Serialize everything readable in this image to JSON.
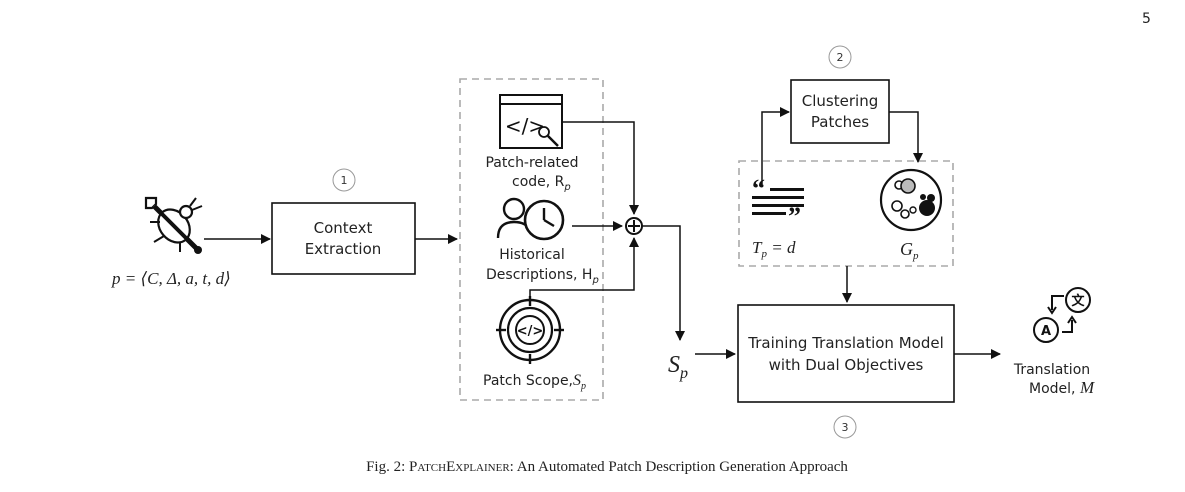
{
  "page_number": "5",
  "step_numbers": [
    "1",
    "2",
    "3"
  ],
  "input": {
    "formula": "p = ⟨C, Δ, a, t, d⟩",
    "icon": "bug-wrench-icon"
  },
  "context_extraction": {
    "line1": "Context",
    "line2": "Extraction"
  },
  "patch_related_code": {
    "line1": "Patch-related",
    "line2": "code, R",
    "sub": "p",
    "icon": "code-window-icon"
  },
  "historical_descriptions": {
    "line1": "Historical",
    "line2": "Descriptions, H",
    "sub": "p",
    "icon": "history-user-clock-icon"
  },
  "patch_scope": {
    "label": "Patch Scope,",
    "sym": "S",
    "sub": "p",
    "icon": "target-code-icon"
  },
  "combined_symbol": {
    "sym": "S",
    "sub": "p"
  },
  "clustering": {
    "line1": "Clustering",
    "line2": "Patches"
  },
  "text_target": {
    "label": "T",
    "sub": "p",
    "rest": " = d",
    "icon": "quote-text-icon"
  },
  "group": {
    "label": "G",
    "sub": "p",
    "icon": "cluster-circles-icon"
  },
  "training": {
    "line1": "Training Translation Model",
    "line2": "with Dual Objectives"
  },
  "output": {
    "line1": "Translation",
    "line2": "Model, ",
    "sym": "M",
    "icon": "translate-icon"
  },
  "caption": {
    "prefix": "Fig. 2: ",
    "name_cap1": "P",
    "name_small1": "ATCH",
    "name_cap2": "E",
    "name_small2": "XPLAINER",
    "rest": ": An Automated Patch Description Generation Approach"
  }
}
